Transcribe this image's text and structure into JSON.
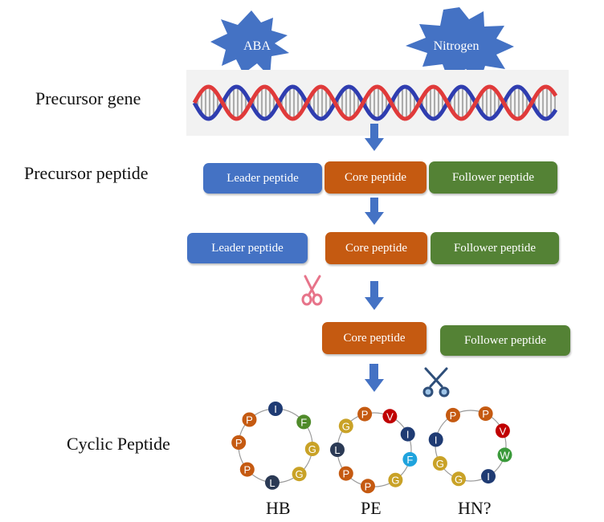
{
  "signals": [
    "ABA",
    "Nitrogen"
  ],
  "stages": {
    "precursor_gene": "Precursor gene",
    "precursor_peptide": "Precursor peptide",
    "cyclic_peptide": "Cyclic Peptide"
  },
  "segments": {
    "leader": "Leader peptide",
    "core": "Core peptide",
    "follower": "Follower peptide"
  },
  "colors": {
    "leader": "#4472c4",
    "core": "#c55a11",
    "follower": "#548235",
    "arrow": "#4472c4",
    "star": "#4472c4",
    "dna_red": "#e03a3a",
    "dna_blue": "#2f3db0"
  },
  "icons": [
    "scissors-icon-pink",
    "scissors-icon-blue"
  ],
  "rings": [
    {
      "name": "HB",
      "residues": [
        "I",
        "F",
        "G",
        "G",
        "L",
        "P",
        "P",
        "P"
      ]
    },
    {
      "name": "PE",
      "residues": [
        "V",
        "I",
        "F",
        "G",
        "P",
        "P",
        "L",
        "G",
        "P"
      ]
    },
    {
      "name": "HN?",
      "residues": [
        "P",
        "V",
        "W",
        "I",
        "G",
        "G",
        "I",
        "P"
      ]
    }
  ],
  "residue_colors": {
    "I": "#1f3b73",
    "F": "#4f8a2a",
    "G": "#c9a227",
    "L": "#2b3a55",
    "P": "#c55a11",
    "V": "#c00000",
    "W": "#3a9a3a",
    "F_cyan": "#1fa3dd"
  }
}
